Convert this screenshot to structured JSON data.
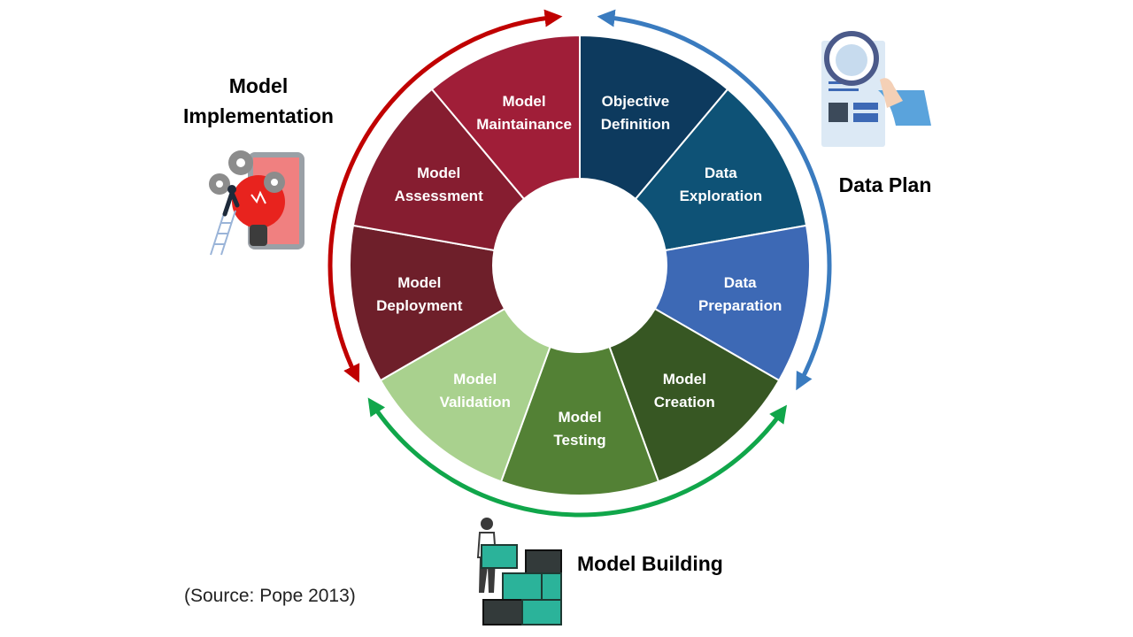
{
  "segments": [
    {
      "lines": [
        "Objective",
        "Definition"
      ],
      "color": "#0d3a5e"
    },
    {
      "lines": [
        "Data",
        "Exploration"
      ],
      "color": "#0e5276"
    },
    {
      "lines": [
        "Data",
        "Preparation"
      ],
      "color": "#3d69b5"
    },
    {
      "lines": [
        "Model",
        "Creation"
      ],
      "color": "#375723"
    },
    {
      "lines": [
        "Model",
        "Testing"
      ],
      "color": "#538135"
    },
    {
      "lines": [
        "Model",
        "Validation"
      ],
      "color": "#a9d18e"
    },
    {
      "lines": [
        "Model",
        "Deployment"
      ],
      "color": "#6e1f2a"
    },
    {
      "lines": [
        "Model",
        "Assessment"
      ],
      "color": "#861d30"
    },
    {
      "lines": [
        "Model",
        "Maintainance"
      ],
      "color": "#a01e38"
    }
  ],
  "phases": {
    "data_plan": {
      "label": "Data Plan",
      "color": "#3a7bbf",
      "icon": "magnifier-document-icon"
    },
    "model_building": {
      "label": "Model Building",
      "color": "#10a64a",
      "icon": "building-blocks-person-icon"
    },
    "model_implementation": {
      "label_line1": "Model",
      "label_line2": "Implementation",
      "color": "#c00000",
      "icon": "lightbulb-gears-icon"
    }
  },
  "source": "(Source: Pope 2013)"
}
